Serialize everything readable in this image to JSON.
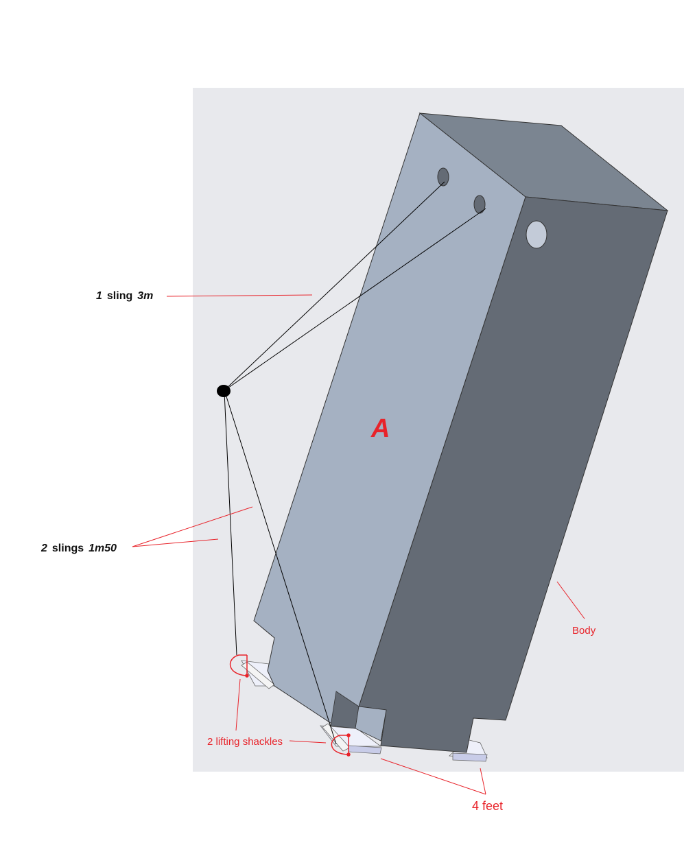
{
  "labels": {
    "sling_count": "1",
    "sling_word": "sling",
    "sling_length": "3m",
    "slings_count": "2",
    "slings_word": "slings",
    "slings_length": "1m50",
    "face_label": "A",
    "body": "Body",
    "shackles": "2 lifting shackles",
    "feet": "4 feet"
  },
  "colors": {
    "background_panel": "#e8e9ed",
    "face_light": "#a5b1c2",
    "face_dark": "#646b75",
    "face_top": "#7b8591",
    "annotation": "#e8232a"
  }
}
